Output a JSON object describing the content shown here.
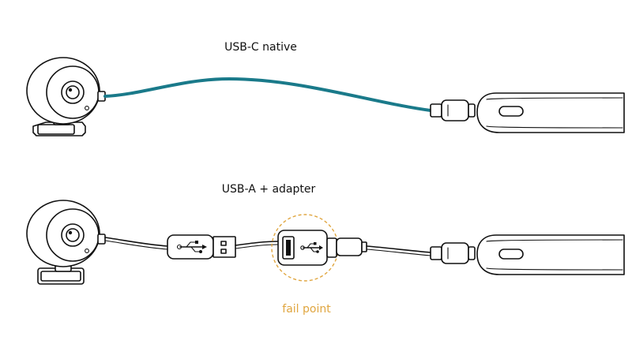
{
  "rows": [
    {
      "title": "USB-C native"
    },
    {
      "title": "USB-A + adapter",
      "fail_label": "fail point"
    }
  ],
  "colors": {
    "ink": "#111111",
    "usb_c_cable": "#1a7a8a",
    "fail_highlight": "#e0a640"
  },
  "icons": [
    "webcam-icon",
    "laptop-icon",
    "usb-c-plug-icon",
    "usb-a-plug-icon",
    "usb-symbol-icon",
    "usb-adapter-icon"
  ]
}
